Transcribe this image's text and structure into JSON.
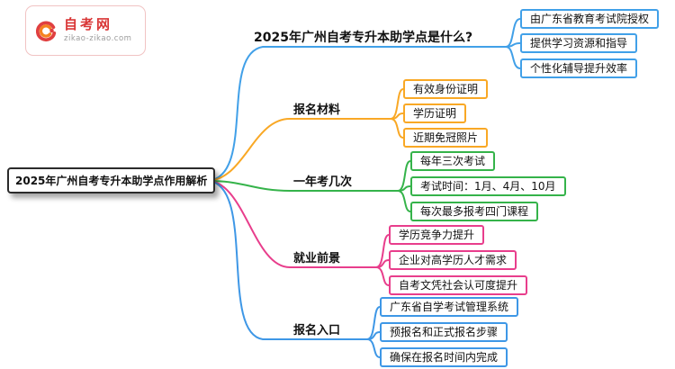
{
  "logo": {
    "site_name": "自考网",
    "site_url": "zikao-zikao.com",
    "brand_color": "#d93636",
    "accent_color": "#f58220"
  },
  "root": {
    "title": "2025年广州自考专升本助学点作用解析"
  },
  "branches": [
    {
      "label": "2025年广州自考专升本助学点是什么?",
      "color": "#41a0e8",
      "children": [
        "由广东省教育考试院授权",
        "提供学习资源和指导",
        "个性化辅导提升效率"
      ]
    },
    {
      "label": "报名材料",
      "color": "#f9a825",
      "children": [
        "有效身份证明",
        "学历证明",
        "近期免冠照片"
      ]
    },
    {
      "label": "一年考几次",
      "color": "#35b34a",
      "children": [
        "每年三次考试",
        "考试时间：1月、4月、10月",
        "每次最多报考四门课程"
      ]
    },
    {
      "label": "就业前景",
      "color": "#e83e8c",
      "children": [
        "学历竞争力提升",
        "企业对高学历人才需求",
        "自考文凭社会认可度提升"
      ]
    },
    {
      "label": "报名入口",
      "color": "#3e97e6",
      "children": [
        "广东省自学考试管理系统",
        "预报名和正式报名步骤",
        "确保在报名时间内完成"
      ]
    }
  ]
}
